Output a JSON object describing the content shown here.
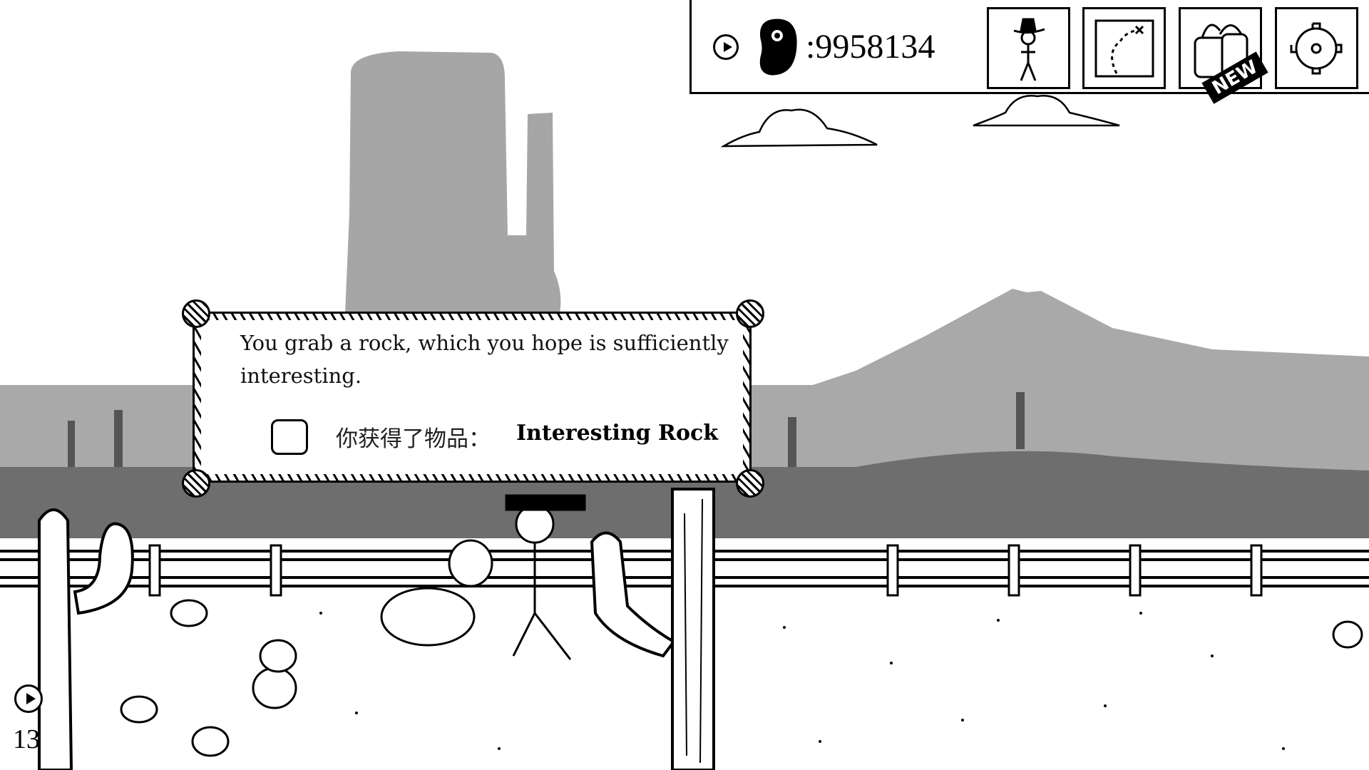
{
  "hud": {
    "play_icon": "play-circle-icon",
    "currency_icon": "bean-icon",
    "currency_value": ":9958134",
    "buttons": [
      {
        "name": "character",
        "icon": "stick-figure-cowboy-icon"
      },
      {
        "name": "map",
        "icon": "treasure-map-icon"
      },
      {
        "name": "inventory",
        "icon": "backpack-icon",
        "badge": "NEW"
      },
      {
        "name": "settings",
        "icon": "gear-icon"
      }
    ]
  },
  "dialog": {
    "message": "You grab a rock, which you hope is sufficiently interesting.",
    "item_prefix": "你获得了物品：",
    "item_name": "Interesting Rock",
    "item_icon": "rock-icon"
  },
  "bottom_left": {
    "play_icon": "play-circle-icon",
    "counter": "13"
  }
}
